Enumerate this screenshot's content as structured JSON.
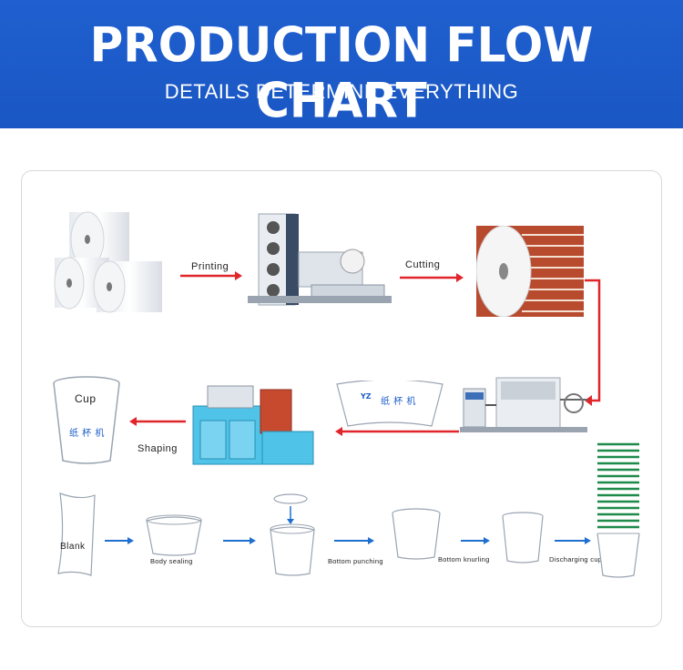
{
  "header": {
    "title": "PRODUCTION FLOW CHART",
    "subtitle": "DETAILS DETERMINE EVERYTHING"
  },
  "steps": {
    "printing": "Printing",
    "cutting": "Cutting",
    "shaping": "Shaping",
    "cup_label": "Cup",
    "cup_chinese": "纸 杯 机",
    "fan_chinese": "纸 杯 机"
  },
  "process": {
    "blank": "Blank",
    "body_sealing": "Body sealing",
    "bottom_punching": "Bottom punching",
    "bottom_knurling": "Bottom knurling",
    "discharging_cup": "Discharging cup"
  },
  "colors": {
    "header_blue": "#1f5fcf",
    "arrow_red": "#e0262b",
    "arrow_blue": "#1e6fd0",
    "machine_cyan": "#4fc3e8",
    "stack_green": "#1d8a4a"
  }
}
